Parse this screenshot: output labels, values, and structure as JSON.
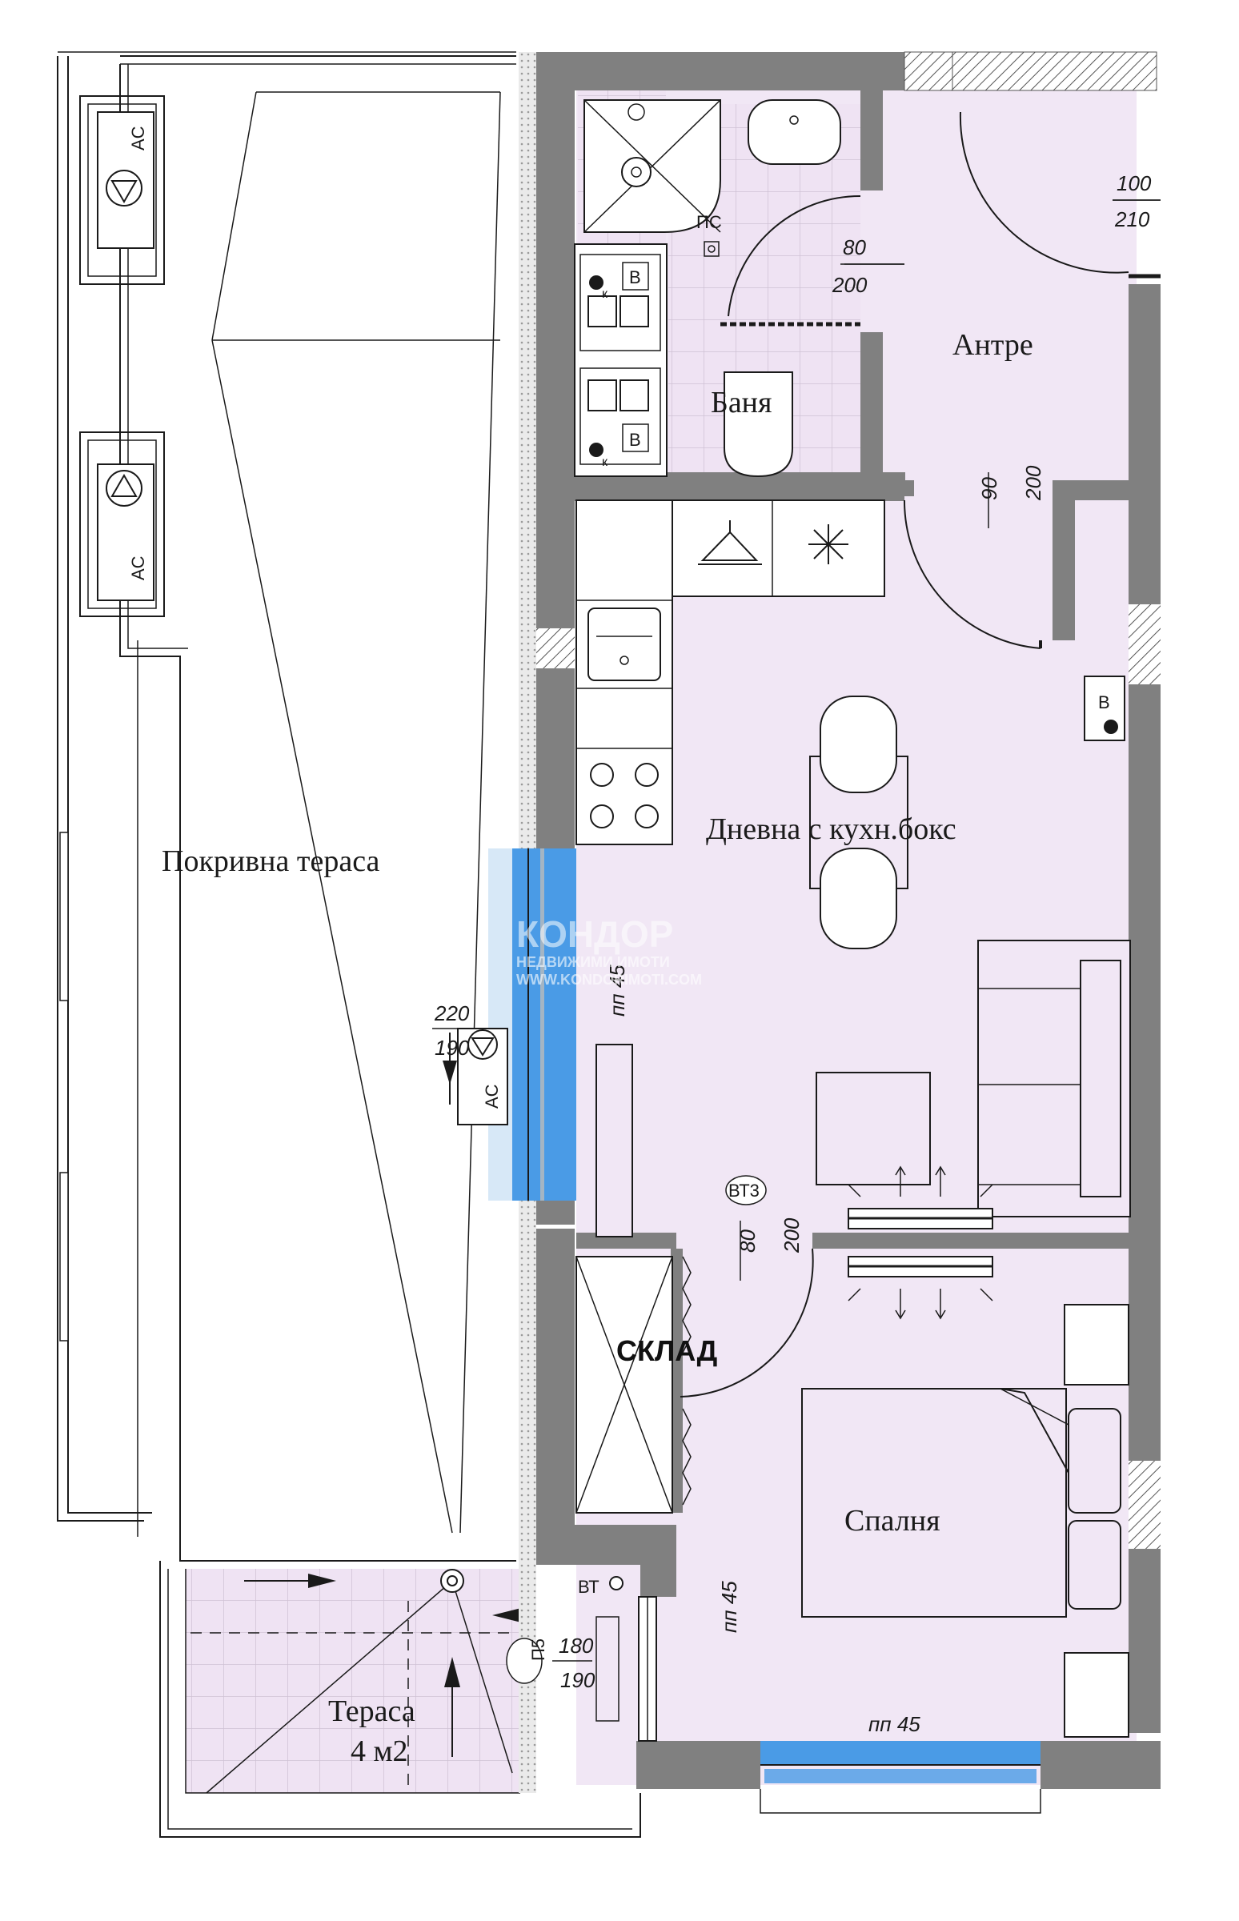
{
  "rooms": {
    "roof_terrace": "Покривна тераса",
    "bathroom": "Баня",
    "entrance": "Антре",
    "living": "Дневна с кухн.бокс",
    "storage": "СКЛАД",
    "bedroom": "Спалня",
    "terrace": "Тераса",
    "terrace_area": "4 м2"
  },
  "dimensions": {
    "entry_door_w": "100",
    "entry_door_h": "210",
    "bath_door_w": "80",
    "bath_door_h": "200",
    "inner_door_w": "90",
    "inner_door_h": "200",
    "bedroom_door_w": "80",
    "bedroom_door_h": "200",
    "window_w": "220",
    "window_h": "190",
    "terrace_door_w": "180",
    "terrace_door_h": "190",
    "sill_living": "пп 45",
    "sill_bedroom": "пп 45",
    "sill_bedroom_window": "пп 45"
  },
  "codes": {
    "shower_drain": "ПС",
    "ac_1": "AC",
    "ac_2": "AC",
    "ac_3": "AC",
    "boiler_1": "B",
    "boiler_2": "B",
    "boiler_3": "B",
    "valve_1": "к",
    "valve_2": "к",
    "ventilation": "ВТ3",
    "terrace_vent": "ВТ",
    "terrace_door": "П5"
  },
  "watermark": {
    "brand": "КОНДОР",
    "tagline": "НЕДВИЖИМИ ИМОТИ",
    "site": "WWW.KONDORIMOTI.COM"
  },
  "colors": {
    "wall": "#808080",
    "room_fill": "#f1e7f5",
    "glass": "#4a9be6",
    "line": "#1a1a1a"
  }
}
